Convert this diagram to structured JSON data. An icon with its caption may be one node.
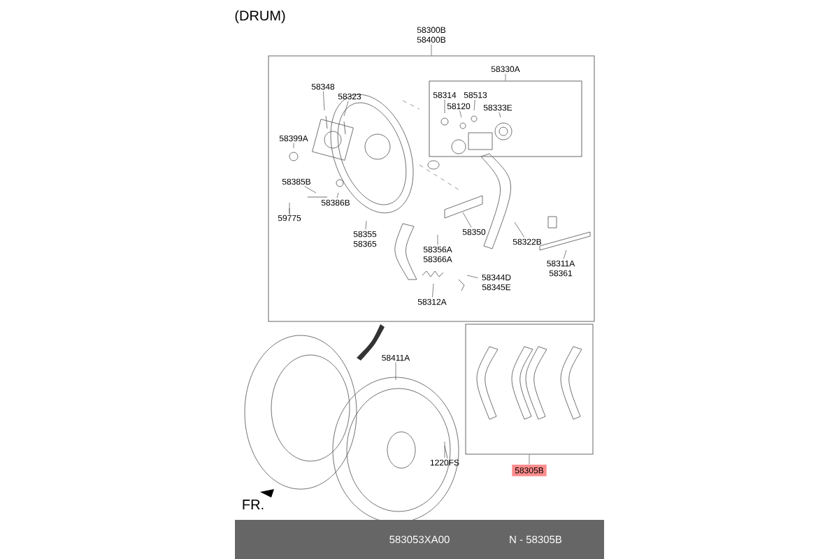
{
  "diagram": {
    "nodes": [
      {
        "text": [
          "58300B 58400B"
        ]
      },
      {
        "text": [
          "58330A"
        ],
        "in": 0
      },
      {
        "text": [
          "58348"
        ],
        "in": 0
      },
      {
        "text": [
          "58323"
        ],
        "in": 0
      },
      {
        "text": [
          "58399A"
        ],
        "in": 0
      },
      {
        "text": [
          "58385B"
        ],
        "in": 0
      },
      {
        "text": [
          "58386B"
        ],
        "in": 0
      },
      {
        "text": [
          "59775"
        ],
        "in": 0
      },
      {
        "text": [
          "58355 58365"
        ],
        "in": 0
      },
      {
        "text": [
          "58314"
        ],
        "in": 1
      },
      {
        "text": [
          "58513"
        ],
        "in": 1
      },
      {
        "text": [
          "58120"
        ],
        "in": 1
      },
      {
        "text": [
          "58333E"
        ],
        "in": 1
      },
      {
        "text": [
          "58350"
        ],
        "in": 0
      },
      {
        "text": [
          "58356A 58366A"
        ],
        "in": 0
      },
      {
        "text": [
          "58322B"
        ],
        "in": 0
      },
      {
        "text": [
          "58311A 58361"
        ],
        "in": 0
      },
      {
        "text": [
          "58344D 58345E"
        ],
        "in": 0
      },
      {
        "text": [
          "58312A"
        ],
        "in": 0
      },
      {
        "text": [
          "58411A"
        ]
      },
      {
        "text": [
          "1220FS"
        ]
      },
      {
        "text": [
          "58305B"
        ]
      }
    ],
    "edges": [
      {
        "from": 2,
        "to": null,
        "arrow": "none"
      },
      {
        "from": 3,
        "to": null,
        "arrow": "none"
      },
      {
        "from": 4,
        "to": null,
        "arrow": "none"
      },
      {
        "from": 5,
        "to": null,
        "arrow": "none"
      },
      {
        "from": 6,
        "to": null,
        "arrow": "none"
      },
      {
        "from": 7,
        "to": null,
        "arrow": "none"
      },
      {
        "from": 8,
        "to": null,
        "arrow": "none"
      },
      {
        "from": 9,
        "to": null,
        "arrow": "none"
      },
      {
        "from": 10,
        "to": null,
        "arrow": "none"
      },
      {
        "from": 11,
        "to": null,
        "arrow": "none"
      },
      {
        "from": 12,
        "to": null,
        "arrow": "none"
      },
      {
        "from": 13,
        "to": null,
        "arrow": "none"
      },
      {
        "from": 14,
        "to": null,
        "arrow": "none"
      },
      {
        "from": 15,
        "to": null,
        "arrow": "none"
      },
      {
        "from": 16,
        "to": null,
        "arrow": "none"
      },
      {
        "from": 17,
        "to": null,
        "arrow": "none"
      },
      {
        "from": 18,
        "to": null,
        "arrow": "none"
      },
      {
        "from": 19,
        "to": null,
        "arrow": "none"
      },
      {
        "from": 20,
        "to": null,
        "arrow": "none"
      }
    ],
    "labels": [
      "(DRUM)",
      "FR.",
      "583053XA00",
      "N - 58305B"
    ]
  }
}
